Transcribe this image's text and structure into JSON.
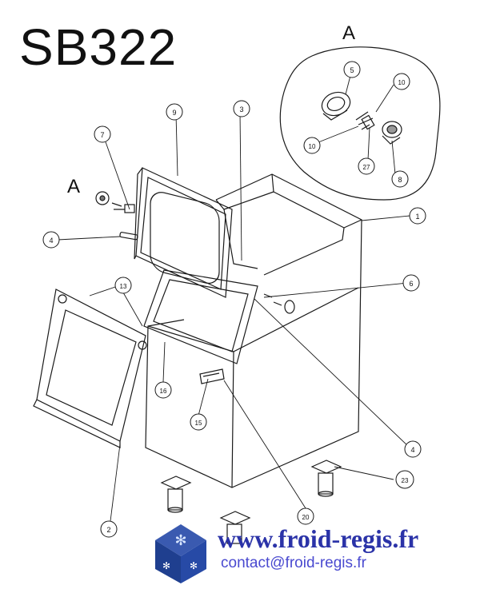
{
  "title": "SB322",
  "detail_label_main": "A",
  "detail_label_side": "A",
  "callouts": [
    {
      "id": "c1",
      "label": "1"
    },
    {
      "id": "c2",
      "label": "2"
    },
    {
      "id": "c3",
      "label": "3"
    },
    {
      "id": "c4a",
      "label": "4"
    },
    {
      "id": "c4b",
      "label": "4"
    },
    {
      "id": "c5",
      "label": "5"
    },
    {
      "id": "c6",
      "label": "6"
    },
    {
      "id": "c7",
      "label": "7"
    },
    {
      "id": "c8",
      "label": "8"
    },
    {
      "id": "c9",
      "label": "9"
    },
    {
      "id": "c10a",
      "label": "10"
    },
    {
      "id": "c10b",
      "label": "10"
    },
    {
      "id": "c13",
      "label": "13"
    },
    {
      "id": "c15",
      "label": "15"
    },
    {
      "id": "c16",
      "label": "16"
    },
    {
      "id": "c20",
      "label": "20"
    },
    {
      "id": "c23",
      "label": "23"
    },
    {
      "id": "c27",
      "label": "27"
    }
  ],
  "footer": {
    "website": "www.froid-regis.fr",
    "email": "contact@froid-regis.fr"
  },
  "colors": {
    "line": "#1a1a1a",
    "website": "#2b33a8",
    "email": "#4a4ad0",
    "logo_blue": "#1f3f8f"
  }
}
